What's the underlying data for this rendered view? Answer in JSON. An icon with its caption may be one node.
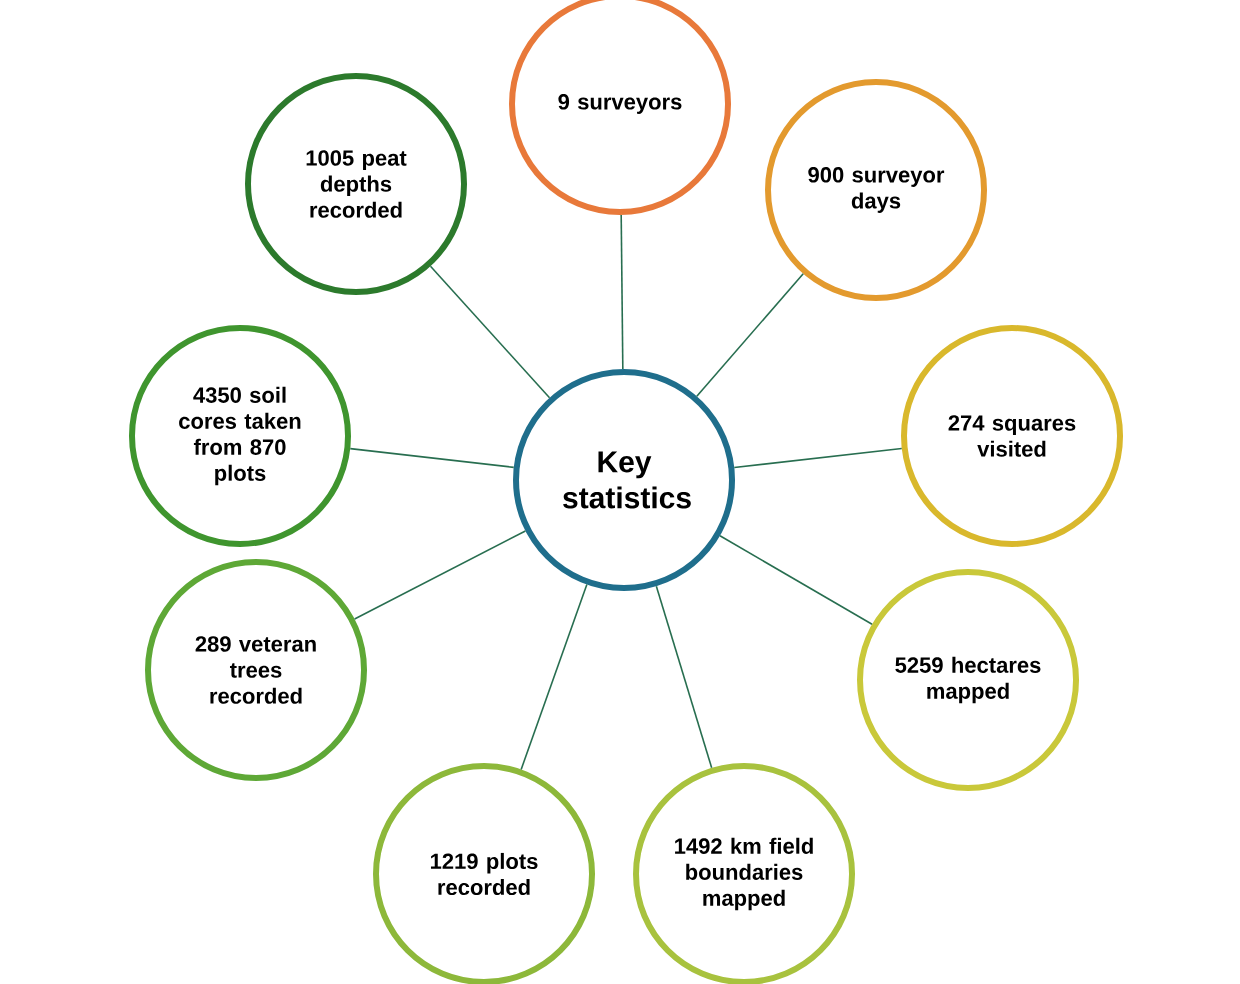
{
  "diagram": {
    "nodes": [
      {
        "text": [
          "Key statistics"
        ]
      },
      {
        "text": [
          "9 surveyors"
        ]
      },
      {
        "text": [
          "900 surveyor days"
        ]
      },
      {
        "text": [
          "274 squares visited"
        ]
      },
      {
        "text": [
          "5259 hectares mapped"
        ]
      },
      {
        "text": [
          "1492 km field boundaries mapped"
        ]
      },
      {
        "text": [
          "1219 plots recorded"
        ]
      },
      {
        "text": [
          "289 veteran trees recorded"
        ]
      },
      {
        "text": [
          "4350 soil cores taken from 870 plots"
        ]
      },
      {
        "text": [
          "1005 peat depths recorded"
        ]
      }
    ],
    "edges": [
      {
        "from": 0,
        "to": 1,
        "arrow": "none"
      },
      {
        "from": 0,
        "to": 2,
        "arrow": "none"
      },
      {
        "from": 0,
        "to": 3,
        "arrow": "none"
      },
      {
        "from": 0,
        "to": 4,
        "arrow": "none"
      },
      {
        "from": 0,
        "to": 5,
        "arrow": "none"
      },
      {
        "from": 0,
        "to": 6,
        "arrow": "none"
      },
      {
        "from": 0,
        "to": 7,
        "arrow": "none"
      },
      {
        "from": 0,
        "to": 8,
        "arrow": "none"
      },
      {
        "from": 0,
        "to": 9,
        "arrow": "none"
      }
    ]
  }
}
